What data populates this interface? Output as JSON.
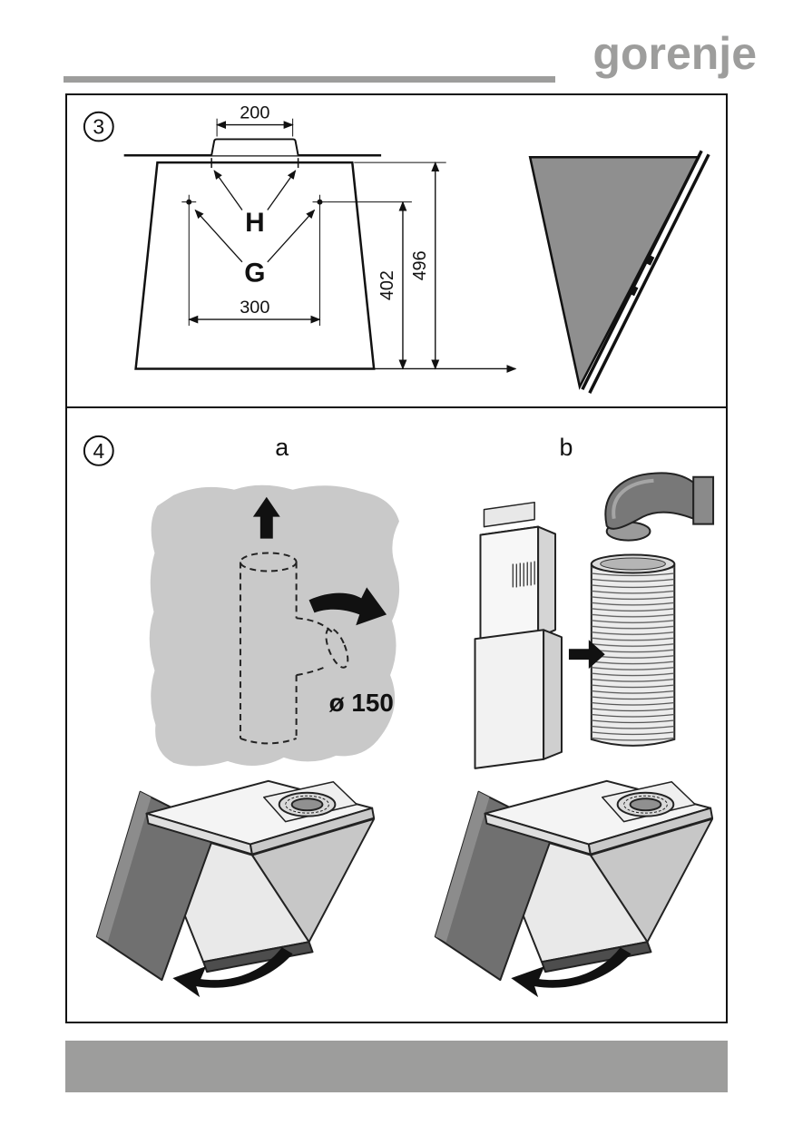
{
  "brand": {
    "logo_text": "gorenje"
  },
  "figure3": {
    "number": "3",
    "label_h": "H",
    "label_g": "G",
    "dim_top_width": "200",
    "dim_hole_spacing": "300",
    "dim_height_holes": "402",
    "dim_height_total": "496"
  },
  "figure4": {
    "number": "4",
    "label_a": "a",
    "label_b": "b",
    "diameter_label": "ø 150"
  },
  "colors": {
    "accent_gray": "#9d9d9c",
    "side_view_fill": "#8f8f8f",
    "wall_patch_fill": "#c9c9c9",
    "panel_dark": "#707070"
  }
}
